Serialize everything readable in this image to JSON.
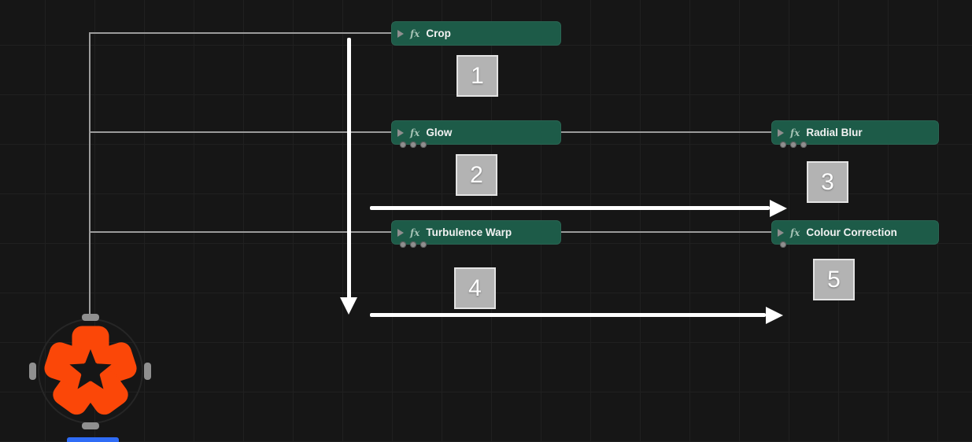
{
  "canvas": {
    "background": "#161616",
    "grid_line_color": "#202020",
    "node_green": "#1d5b48",
    "wire_color": "#9b9b9b",
    "annotation_color": "#ffffff",
    "source_shape_color": "#fb4708"
  },
  "nodes": [
    {
      "id": "crop",
      "fx_icon": "fx",
      "label": "Crop",
      "ports_below": 0
    },
    {
      "id": "glow",
      "fx_icon": "fx",
      "label": "Glow",
      "ports_below": 3
    },
    {
      "id": "radial-blur",
      "fx_icon": "fx",
      "label": "Radial Blur",
      "ports_below": 3
    },
    {
      "id": "turbulence-warp",
      "fx_icon": "fx",
      "label": "Turbulence Warp",
      "ports_below": 3
    },
    {
      "id": "colour-correction",
      "fx_icon": "fx",
      "label": "Colour Correction",
      "ports_below": 1
    }
  ],
  "step_badges": [
    {
      "number": "1"
    },
    {
      "number": "2"
    },
    {
      "number": "3"
    },
    {
      "number": "4"
    },
    {
      "number": "5"
    }
  ]
}
